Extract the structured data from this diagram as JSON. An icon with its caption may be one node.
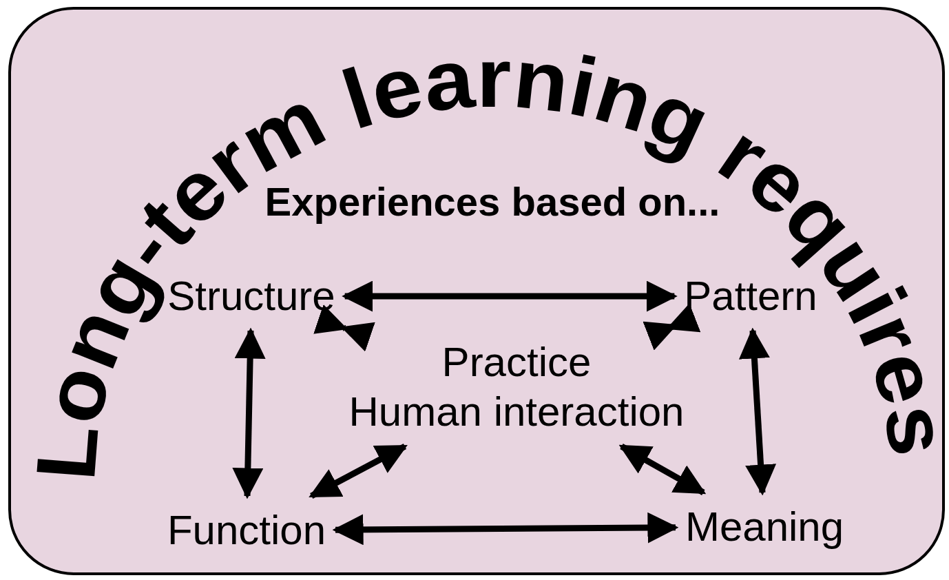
{
  "diagram": {
    "title": "Long-term learning requires",
    "nodes": [
      {
        "text": [
          "Structure"
        ]
      },
      {
        "text": [
          "Pattern"
        ]
      },
      {
        "text": [
          "Practice",
          "Human interaction"
        ]
      },
      {
        "text": [
          "Function"
        ]
      },
      {
        "text": [
          "Meaning"
        ]
      }
    ],
    "edges": [
      {
        "from": 0,
        "to": 1,
        "arrow": "both"
      },
      {
        "from": 0,
        "to": 3,
        "arrow": "both"
      },
      {
        "from": 1,
        "to": 4,
        "arrow": "both"
      },
      {
        "from": 3,
        "to": 4,
        "arrow": "both"
      },
      {
        "from": 0,
        "to": 2,
        "arrow": "both"
      },
      {
        "from": 1,
        "to": 2,
        "arrow": "both"
      },
      {
        "from": 3,
        "to": 2,
        "arrow": "both"
      },
      {
        "from": 4,
        "to": 2,
        "arrow": "both"
      }
    ],
    "labels": [
      "Experiences based on..."
    ]
  }
}
